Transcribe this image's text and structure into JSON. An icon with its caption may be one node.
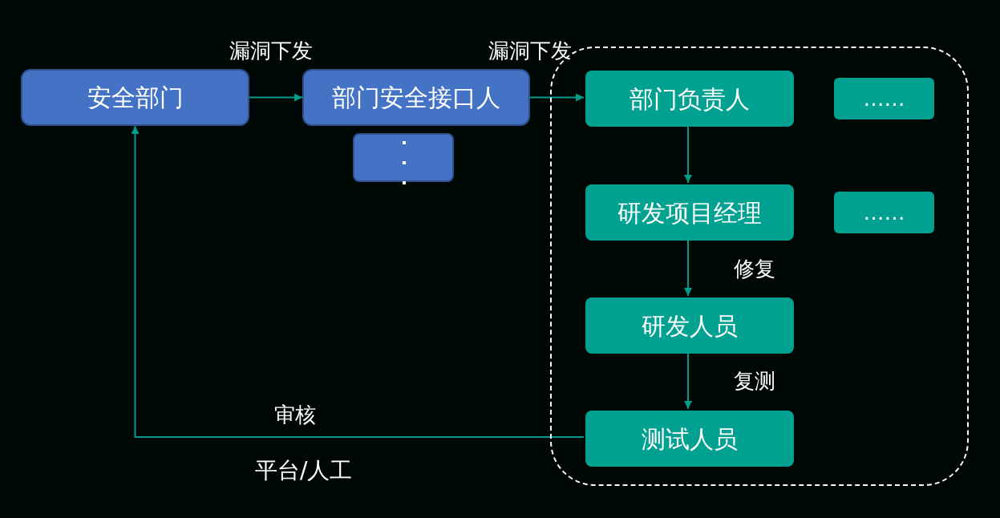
{
  "diagram": {
    "nodes": [
      {
        "text": [
          "安全部门"
        ]
      },
      {
        "text": [
          "部门安全接口人"
        ]
      },
      {
        "text": [],
        "shape": "box"
      },
      {
        "text": [],
        "shape": "box"
      },
      {
        "text": [
          "部门负责人"
        ],
        "in": 3
      },
      {
        "text": [
          "……"
        ],
        "in": 3
      },
      {
        "text": [
          "研发项目经理"
        ],
        "in": 3
      },
      {
        "text": [
          "……"
        ],
        "in": 3
      },
      {
        "text": [
          "研发人员"
        ],
        "in": 3
      },
      {
        "text": [
          "测试人员"
        ],
        "in": 3
      }
    ],
    "edges": [
      {
        "from": 0,
        "to": 1,
        "arrow": "to",
        "label": "漏洞下发"
      },
      {
        "from": 1,
        "to": 4,
        "arrow": "to",
        "label": "漏洞下发"
      },
      {
        "from": 4,
        "to": 6,
        "arrow": "to"
      },
      {
        "from": 6,
        "to": 8,
        "arrow": "to",
        "label": "修复"
      },
      {
        "from": 8,
        "to": 9,
        "arrow": "to",
        "label": "复测"
      },
      {
        "from": 9,
        "to": 0,
        "arrow": "to",
        "label": "审核"
      }
    ],
    "labels": [
      "平台/人工"
    ]
  }
}
